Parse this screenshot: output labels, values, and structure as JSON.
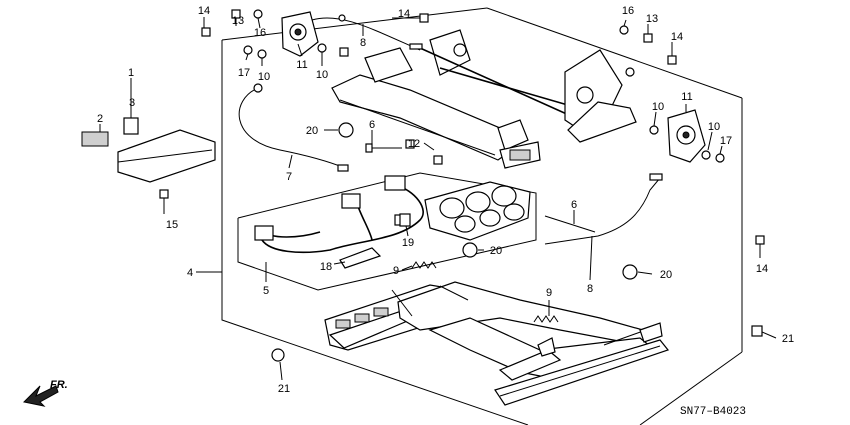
{
  "callouts": [
    {
      "id": "c14a",
      "text": "14"
    },
    {
      "id": "c13a",
      "text": "13"
    },
    {
      "id": "c16a",
      "text": "16"
    },
    {
      "id": "c14b",
      "text": "14"
    },
    {
      "id": "c8a",
      "text": "8"
    },
    {
      "id": "c16b",
      "text": "16"
    },
    {
      "id": "c13b",
      "text": "13"
    },
    {
      "id": "c14c",
      "text": "14"
    },
    {
      "id": "c17a",
      "text": "17"
    },
    {
      "id": "c10a",
      "text": "10"
    },
    {
      "id": "c11a",
      "text": "11"
    },
    {
      "id": "c10b",
      "text": "10"
    },
    {
      "id": "c1",
      "text": "1"
    },
    {
      "id": "c3",
      "text": "3"
    },
    {
      "id": "c2",
      "text": "2"
    },
    {
      "id": "c20a",
      "text": "20"
    },
    {
      "id": "c6a",
      "text": "6"
    },
    {
      "id": "c12",
      "text": "12"
    },
    {
      "id": "c10c",
      "text": "10"
    },
    {
      "id": "c11b",
      "text": "11"
    },
    {
      "id": "c10d",
      "text": "10"
    },
    {
      "id": "c17b",
      "text": "17"
    },
    {
      "id": "c7",
      "text": "7"
    },
    {
      "id": "c15",
      "text": "15"
    },
    {
      "id": "c6b",
      "text": "6"
    },
    {
      "id": "c19",
      "text": "19"
    },
    {
      "id": "c20b",
      "text": "20"
    },
    {
      "id": "c4",
      "text": "4"
    },
    {
      "id": "c18",
      "text": "18"
    },
    {
      "id": "c9a",
      "text": "9"
    },
    {
      "id": "c5",
      "text": "5"
    },
    {
      "id": "c8b",
      "text": "8"
    },
    {
      "id": "c20c",
      "text": "20"
    },
    {
      "id": "c14d",
      "text": "14"
    },
    {
      "id": "c9b",
      "text": "9"
    },
    {
      "id": "c21a",
      "text": "21"
    },
    {
      "id": "c21b",
      "text": "21"
    }
  ],
  "direction_label": "FR.",
  "diagram_code": "SN77–B4023"
}
